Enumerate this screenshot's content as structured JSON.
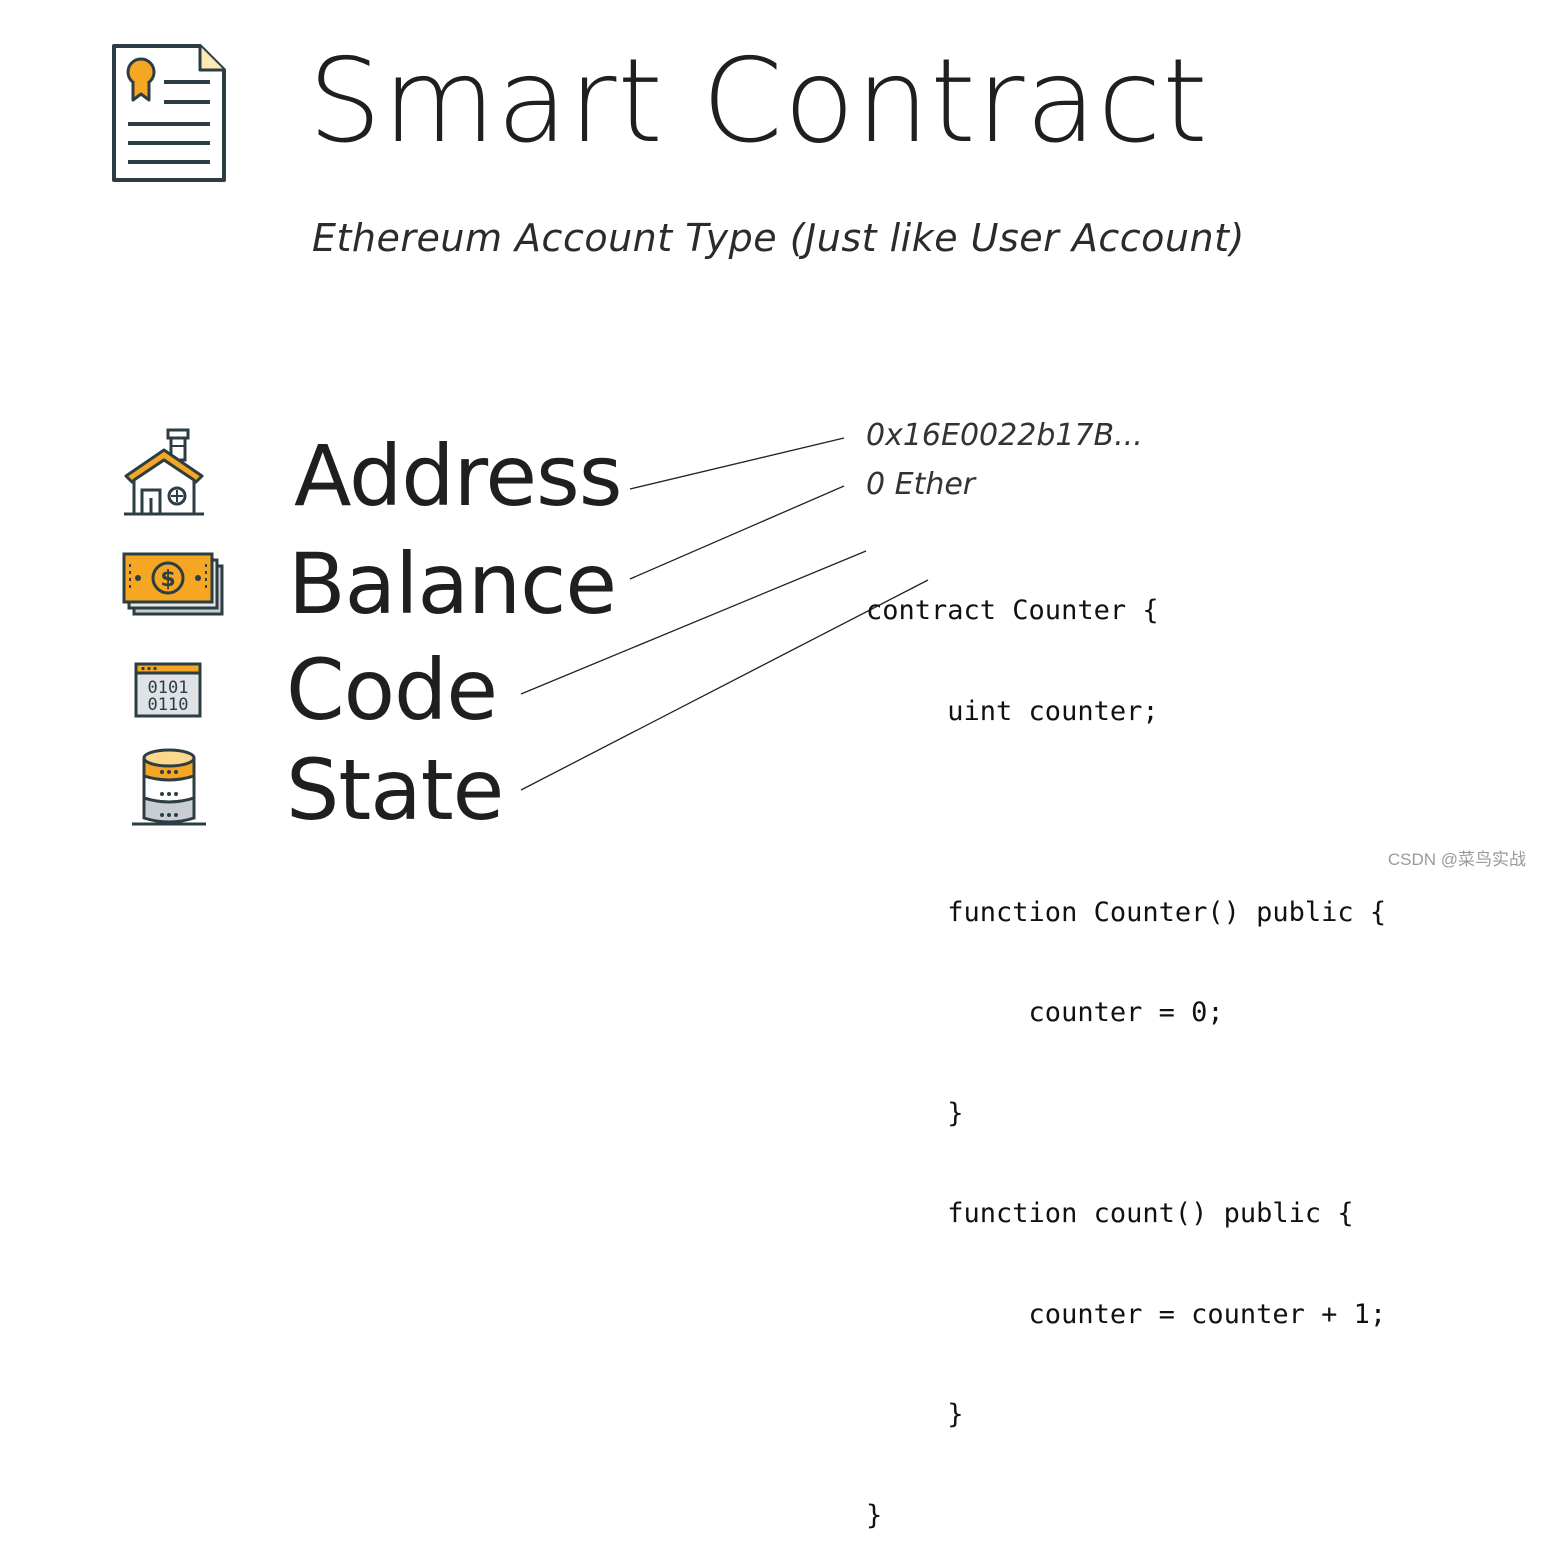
{
  "header": {
    "title": "Smart Contract",
    "subtitle": "Ethereum Account Type (Just like User Account)"
  },
  "properties": [
    {
      "label": "Address",
      "icon": "house-icon",
      "value": "0x16E0022b17B..."
    },
    {
      "label": "Balance",
      "icon": "money-stack-icon",
      "value": "0 Ether"
    },
    {
      "label": "Code",
      "icon": "binary-code-window-icon"
    },
    {
      "label": "State",
      "icon": "database-icon"
    }
  ],
  "code_lines": [
    "contract Counter {",
    "     uint counter;",
    "",
    "     function Counter() public {",
    "          counter = 0;",
    "     }",
    "     function count() public {",
    "          counter = counter + 1;",
    "     }",
    "}"
  ],
  "watermark": "CSDN @菜鸟实战",
  "colors": {
    "accent": "#f5a623",
    "ink": "#2c3e44",
    "paper": "#ffffff",
    "grey": "#c9ced3"
  }
}
